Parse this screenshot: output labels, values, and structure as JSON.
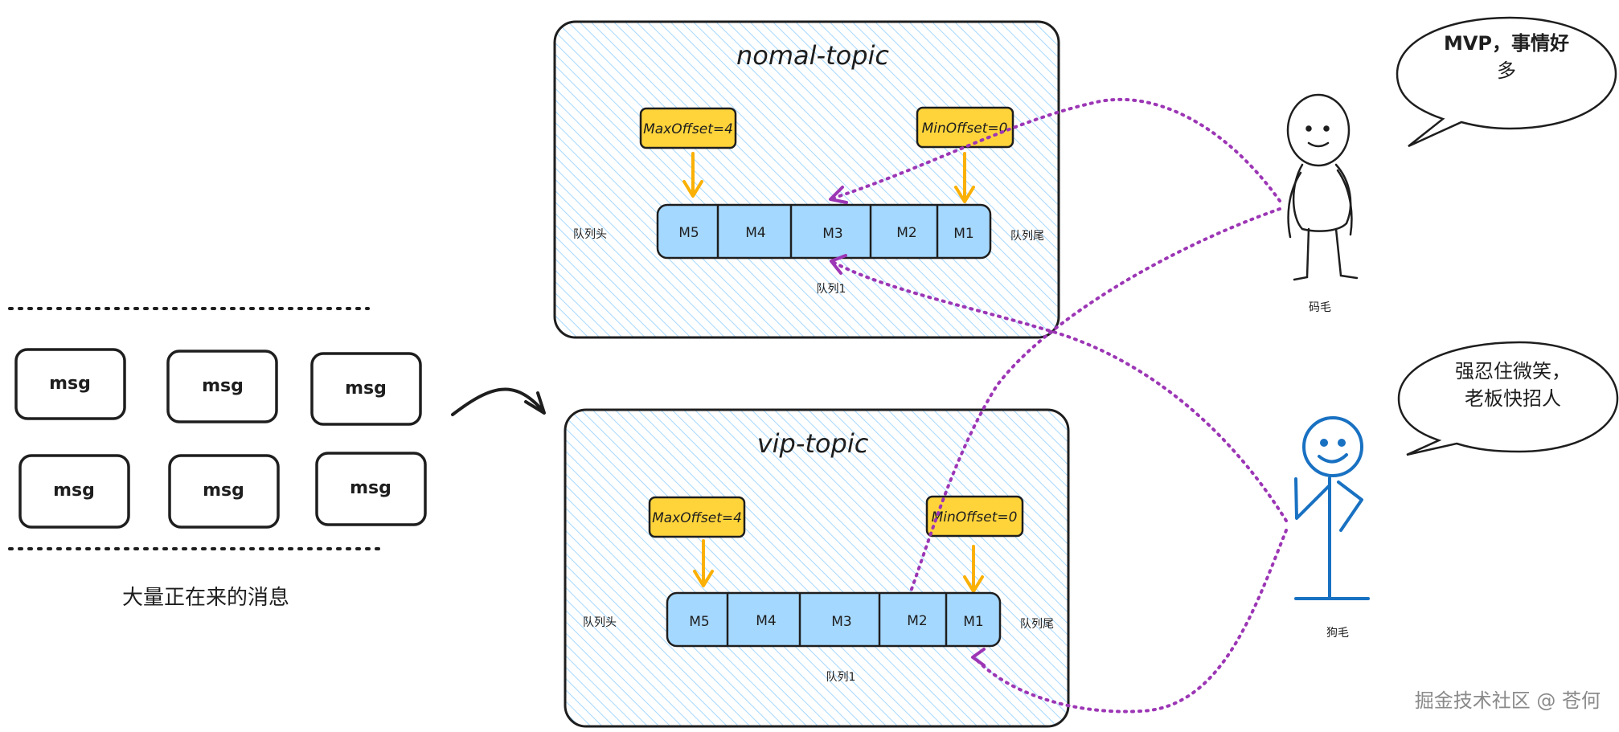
{
  "messages": {
    "items": [
      "msg",
      "msg",
      "msg",
      "msg",
      "msg",
      "msg"
    ],
    "caption": "大量正在来的消息"
  },
  "topics": [
    {
      "title": "nomal-topic",
      "max_offset": "MaxOffset=4",
      "min_offset": "MinOffset=0",
      "queue_head": "队列头",
      "queue_tail": "队列尾",
      "queue_name": "队列1",
      "cells": [
        "M5",
        "M4",
        "M3",
        "M2",
        "M1"
      ]
    },
    {
      "title": "vip-topic",
      "max_offset": "MaxOffset=4",
      "min_offset": "MinOffset=0",
      "queue_head": "队列头",
      "queue_tail": "队列尾",
      "queue_name": "队列1",
      "cells": [
        "M5",
        "M4",
        "M3",
        "M2",
        "M1"
      ]
    }
  ],
  "people": [
    {
      "name": "码毛",
      "speech_line1": "MVP，事情好",
      "speech_line2": "多",
      "color": "#1e1e1e"
    },
    {
      "name": "狗毛",
      "speech_line1": "强忍住微笑，",
      "speech_line2": "老板快招人",
      "color": "#1971c2"
    }
  ],
  "colors": {
    "cell_fill": "#a5d8ff",
    "offset_fill": "#ffd43b",
    "arrow_yellow": "#fab005",
    "dotted_purple": "#9c36b5",
    "topic_hatch": "#a5d8ff"
  },
  "watermark": "掘金技术社区 @ 苍何"
}
